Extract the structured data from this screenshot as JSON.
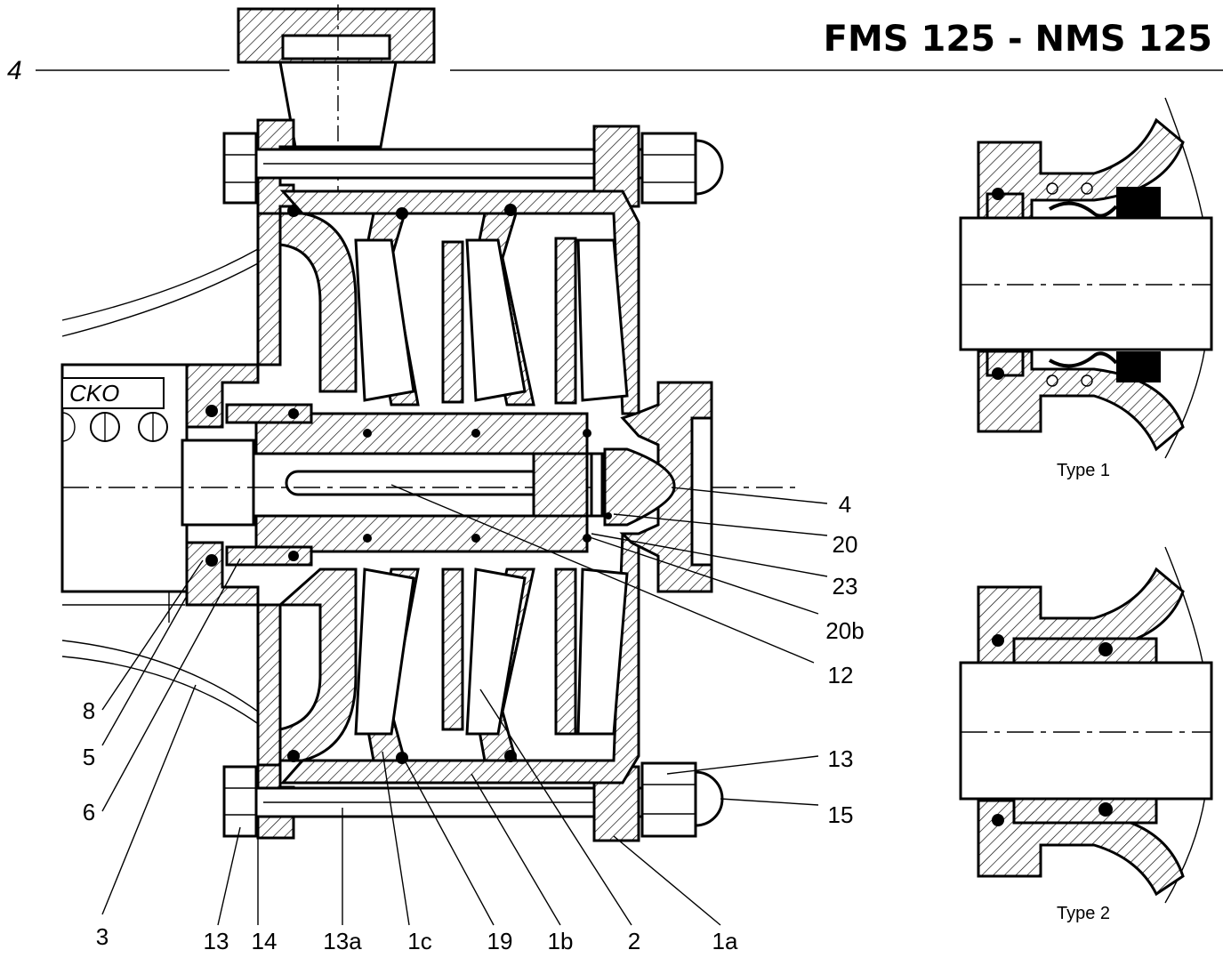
{
  "title": "FMS 125 - NMS 125",
  "sheet_label": "4",
  "brand_fragment": "CKO",
  "callouts_right": [
    "4",
    "20",
    "23",
    "20b",
    "12",
    "13",
    "15"
  ],
  "callouts_left": [
    "8",
    "5",
    "6",
    "3"
  ],
  "callouts_bottom": [
    "3",
    "13",
    "14",
    "13a",
    "1c",
    "19",
    "1b",
    "2",
    "1a"
  ],
  "seal_types": [
    "Type 1",
    "Type 2"
  ]
}
